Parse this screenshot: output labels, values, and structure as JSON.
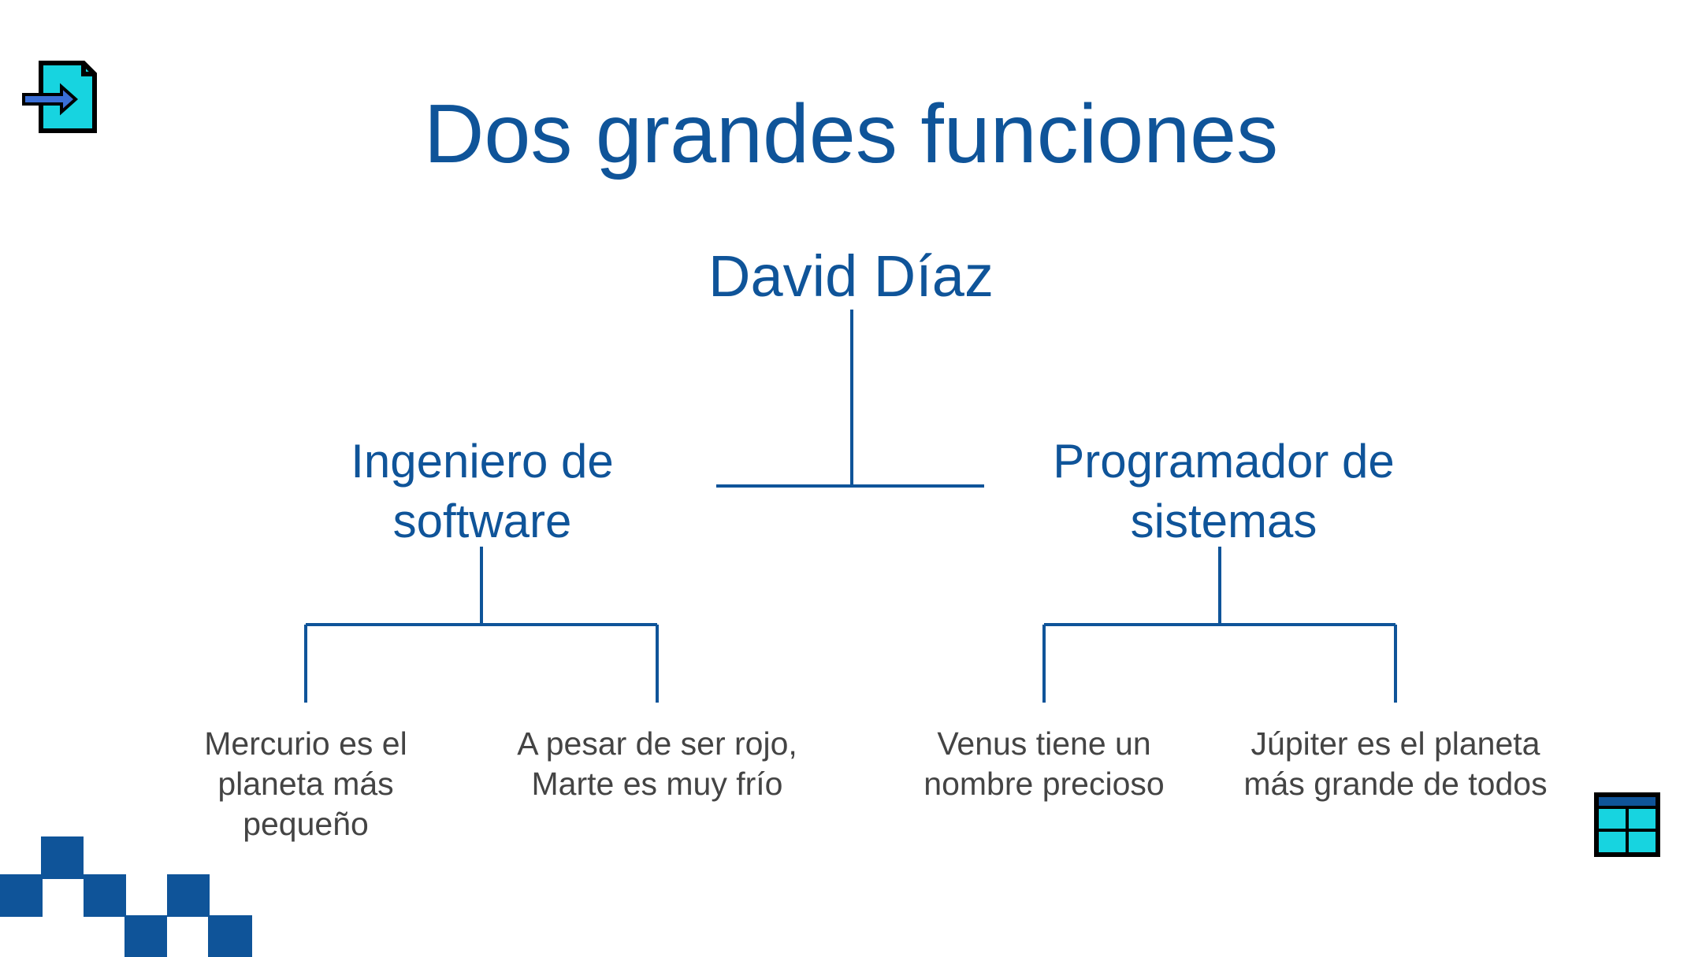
{
  "slide": {
    "title": "Dos grandes funciones",
    "root": "David Díaz",
    "branches": [
      {
        "label_line1": "Ingeniero de",
        "label_line2": "software",
        "leaves": [
          {
            "line1": "Mercurio es el",
            "line2": "planeta más",
            "line3": "pequeño"
          },
          {
            "line1": "A pesar de ser rojo,",
            "line2": "Marte es muy frío"
          }
        ]
      },
      {
        "label_line1": "Programador de",
        "label_line2": "sistemas",
        "leaves": [
          {
            "line1": "Venus tiene un",
            "line2": "nombre precioso"
          },
          {
            "line1": "Júpiter es el planeta",
            "line2": "más grande de todos"
          }
        ]
      }
    ]
  },
  "colors": {
    "accent": "#0f5499",
    "body_text": "#444444",
    "icon_fill": "#17d4e0",
    "icon_outline": "#000000"
  },
  "icons": [
    "file-import-icon",
    "table-grid-icon"
  ]
}
